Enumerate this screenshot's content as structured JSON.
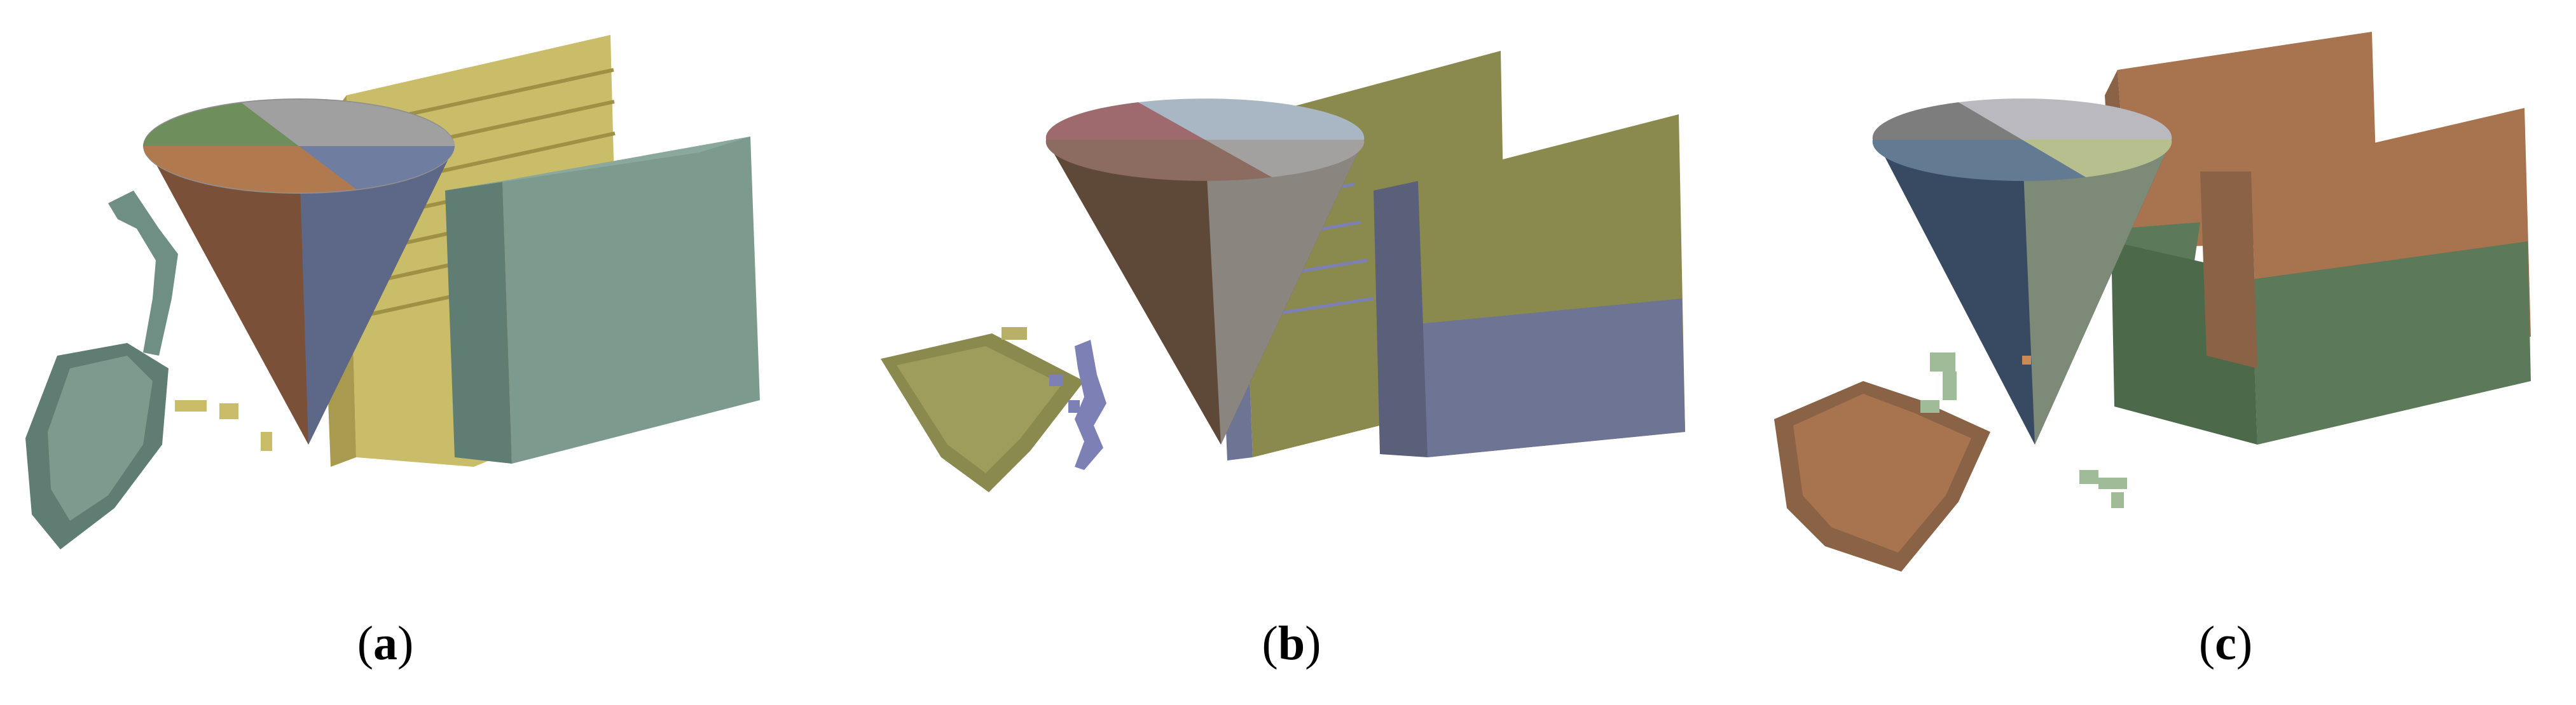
{
  "panels": [
    {
      "id": "a",
      "caption_open": "(",
      "caption_label": "a",
      "caption_close": ")"
    },
    {
      "id": "b",
      "caption_open": "(",
      "caption_label": "b",
      "caption_close": ")"
    },
    {
      "id": "c",
      "caption_open": "(",
      "caption_label": "c",
      "caption_close": ")"
    }
  ],
  "colors": {
    "teal": "#6f8f84",
    "olive": "#8a8a4e",
    "yellow": "#c9bd6a",
    "brown": "#8a6246",
    "orange_brown": "#a8734f",
    "slate": "#6e7494",
    "periwinkle": "#7d80b4",
    "green": "#5c7a5a",
    "gray": "#a3a3a3",
    "background": "#ffffff"
  }
}
